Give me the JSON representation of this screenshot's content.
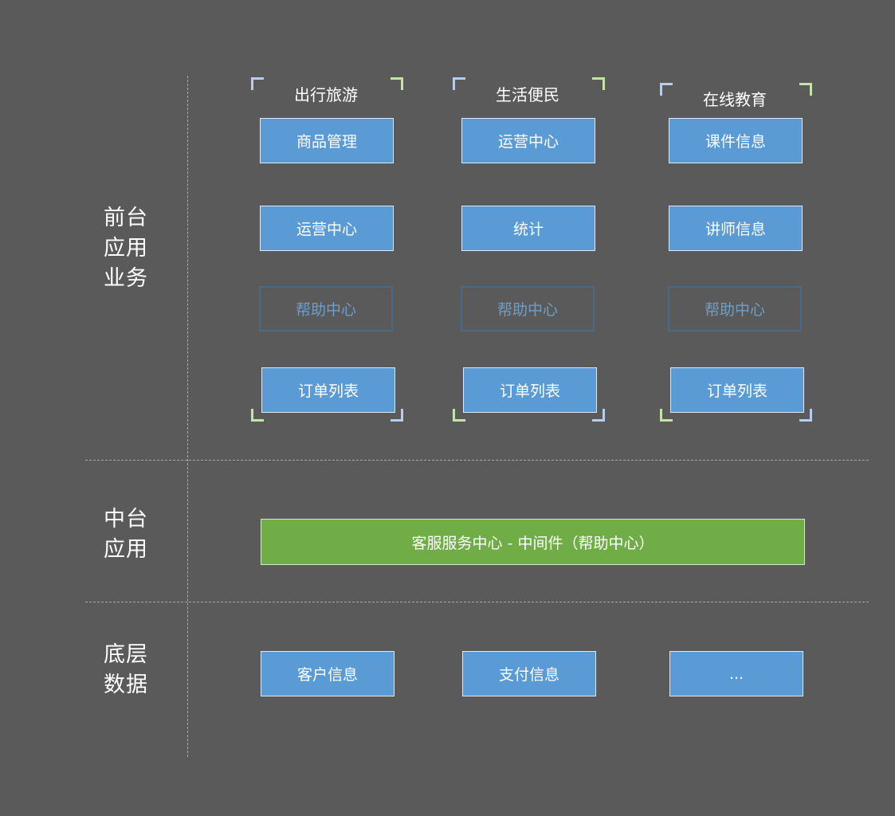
{
  "layers": {
    "front": {
      "lines": [
        "前台",
        "应用",
        "业务"
      ]
    },
    "middle": {
      "lines": [
        "中台",
        "应用"
      ]
    },
    "bottom": {
      "lines": [
        "底层",
        "数据"
      ]
    }
  },
  "columns": [
    {
      "title": "出行旅游",
      "items": [
        "商品管理",
        "运营中心",
        "帮助中心",
        "订单列表"
      ]
    },
    {
      "title": "生活便民",
      "items": [
        "运营中心",
        "统计",
        "帮助中心",
        "订单列表"
      ]
    },
    {
      "title": "在线教育",
      "items": [
        "课件信息",
        "讲师信息",
        "帮助中心",
        "订单列表"
      ]
    }
  ],
  "middleware": {
    "label": "客服服务中心 - 中间件（帮助中心）"
  },
  "data_layer": {
    "items": [
      "客户信息",
      "支付信息",
      "..."
    ]
  },
  "colors": {
    "background": "#5a5a5a",
    "box_blue": "#5b9bd5",
    "box_green": "#70ad47",
    "ghost_text": "#6b9fcb",
    "divider": "#a9a9a9"
  }
}
